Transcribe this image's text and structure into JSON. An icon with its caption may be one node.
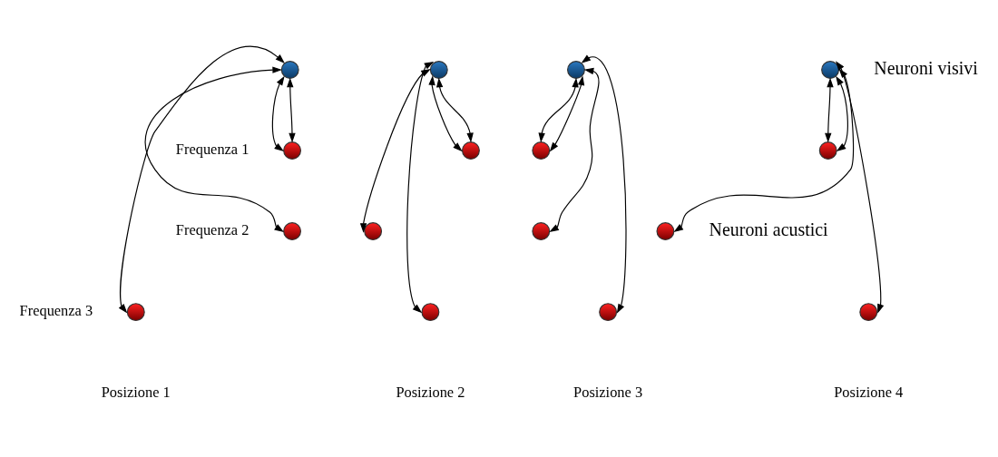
{
  "diagram": {
    "nodes": [
      {
        "text": [],
        "shape": "circle"
      },
      {
        "text": [],
        "shape": "circle"
      },
      {
        "text": [],
        "shape": "circle"
      },
      {
        "text": [],
        "shape": "circle"
      },
      {
        "text": [],
        "shape": "circle"
      },
      {
        "text": [],
        "shape": "circle"
      },
      {
        "text": [],
        "shape": "circle"
      },
      {
        "text": [],
        "shape": "circle"
      },
      {
        "text": [],
        "shape": "circle"
      },
      {
        "text": [],
        "shape": "circle"
      },
      {
        "text": [],
        "shape": "circle"
      },
      {
        "text": [],
        "shape": "circle"
      },
      {
        "text": [],
        "shape": "circle"
      },
      {
        "text": [],
        "shape": "circle"
      },
      {
        "text": [],
        "shape": "circle"
      },
      {
        "text": [],
        "shape": "circle"
      }
    ],
    "edges": [
      {
        "from": 0,
        "to": 1,
        "arrow": "both"
      },
      {
        "from": 0,
        "to": 1,
        "arrow": "both"
      },
      {
        "from": 0,
        "to": 2,
        "arrow": "both"
      },
      {
        "from": 0,
        "to": 3,
        "arrow": "both"
      },
      {
        "from": 4,
        "to": 5,
        "arrow": "both"
      },
      {
        "from": 4,
        "to": 5,
        "arrow": "both"
      },
      {
        "from": 4,
        "to": 6,
        "arrow": "both"
      },
      {
        "from": 4,
        "to": 7,
        "arrow": "both"
      },
      {
        "from": 8,
        "to": 9,
        "arrow": "both"
      },
      {
        "from": 8,
        "to": 9,
        "arrow": "both"
      },
      {
        "from": 8,
        "to": 10,
        "arrow": "both"
      },
      {
        "from": 8,
        "to": 11,
        "arrow": "both"
      },
      {
        "from": 12,
        "to": 13,
        "arrow": "both"
      },
      {
        "from": 12,
        "to": 13,
        "arrow": "both"
      },
      {
        "from": 12,
        "to": 14,
        "arrow": "both"
      },
      {
        "from": 12,
        "to": 15,
        "arrow": "both"
      }
    ],
    "labels": [
      "Neuroni visivi",
      "Frequenza 1",
      "Frequenza 2",
      "Neuroni acustici",
      "Frequenza 3",
      "Posizione 1",
      "Posizione 2",
      "Posizione 3",
      "Posizione 4"
    ]
  }
}
